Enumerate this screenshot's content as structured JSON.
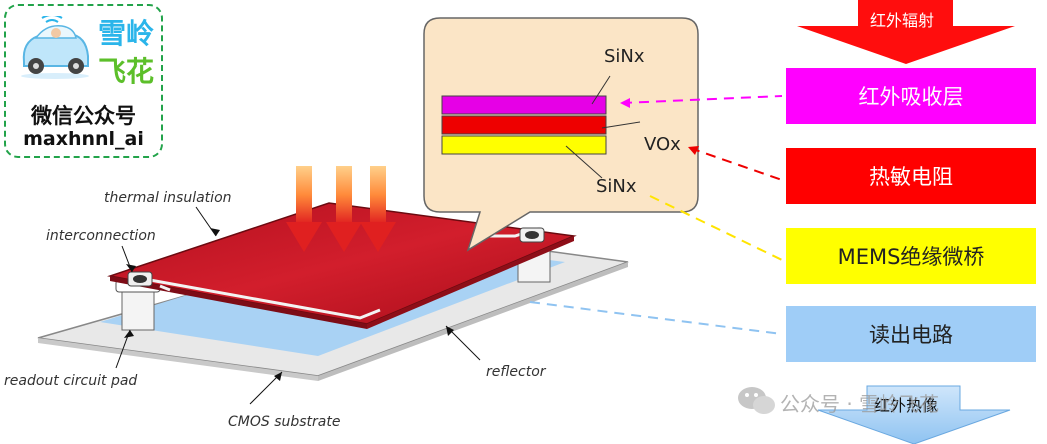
{
  "logo": {
    "title_top": "雪岭",
    "title_bottom": "飞花",
    "line1": "微信公众号",
    "line2": "maxhnnl_ai"
  },
  "top_arrow_label": "红外辐射",
  "bottom_arrow_label": "红外热像",
  "right_labels": [
    {
      "text": "红外吸收层",
      "bg": "#ff00ff",
      "fg": "#ffffff"
    },
    {
      "text": "热敏电阻",
      "bg": "#ff0000",
      "fg": "#ffffff"
    },
    {
      "text": "MEMS绝缘微桥",
      "bg": "#ffff00",
      "fg": "#222222"
    },
    {
      "text": "读出电路",
      "bg": "#9fcdf7",
      "fg": "#222222"
    }
  ],
  "callout": {
    "sinx_top": "SiNx",
    "vox": "VOx",
    "sinx_bottom": "SiNx"
  },
  "diagram_labels": {
    "thermal_insulation": "thermal insulation",
    "interconnection": "interconnection",
    "readout_circuit_pad": "readout circuit pad",
    "cmos_substrate": "CMOS substrate",
    "reflector": "reflector"
  },
  "watermark": "公众号 · 雪岭飞花",
  "colors": {
    "magenta": "#e600e6",
    "red": "#ee0000",
    "yellow": "#ffff00",
    "callout_bg": "#fbe5c6",
    "absorber": "#c0142a",
    "reflector": "#a9d2f4"
  }
}
